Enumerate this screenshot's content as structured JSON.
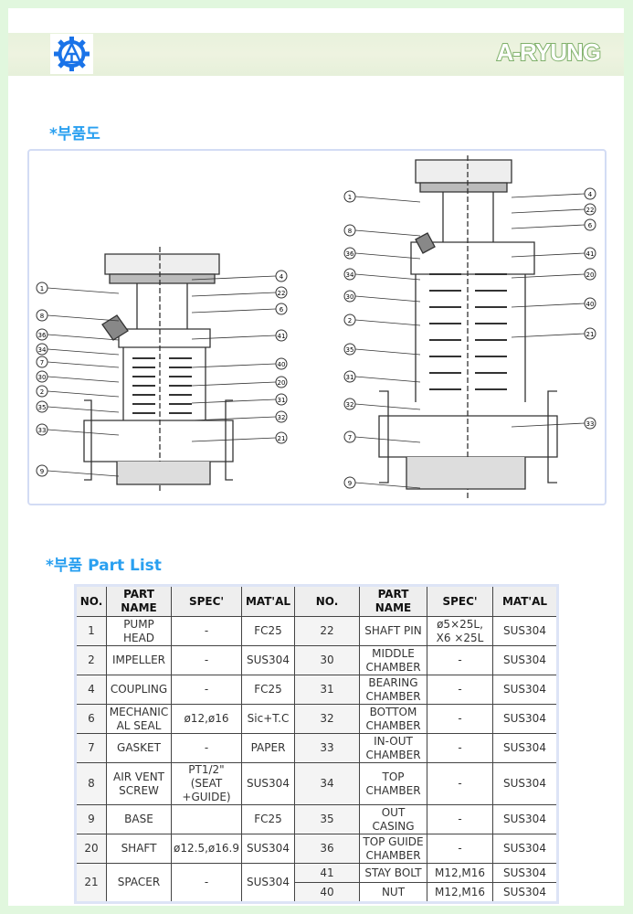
{
  "header": {
    "brand": "A-RYUNG",
    "logo": "gear-triangle-logo"
  },
  "diagram_section": {
    "title": "*부품도"
  },
  "diagram": {
    "left_callouts_left": [
      "1",
      "8",
      "36",
      "34",
      "7",
      "30",
      "2",
      "35",
      "33",
      "9"
    ],
    "left_callouts_right": [
      "4",
      "22",
      "6",
      "41",
      "40",
      "20",
      "31",
      "32",
      "21"
    ],
    "right_callouts_left": [
      "1",
      "8",
      "36",
      "34",
      "30",
      "2",
      "35",
      "31",
      "32",
      "7",
      "9"
    ],
    "right_callouts_right": [
      "4",
      "22",
      "6",
      "41",
      "20",
      "40",
      "21",
      "33"
    ]
  },
  "parts_section": {
    "title": "*부품 Part List"
  },
  "table": {
    "headers": [
      "NO.",
      "PART NAME",
      "SPEC'",
      "MAT'AL",
      "NO.",
      "PART NAME",
      "SPEC'",
      "MAT'AL"
    ],
    "rows": [
      {
        "no1": "1",
        "name1": "PUMP HEAD",
        "spec1": "-",
        "mat1": "FC25",
        "no2": "22",
        "name2": "SHAFT PIN",
        "spec2": "ø5×25L, X6 ×25L",
        "mat2": "SUS304"
      },
      {
        "no1": "2",
        "name1": "IMPELLER",
        "spec1": "-",
        "mat1": "SUS304",
        "no2": "30",
        "name2": "MIDDLE CHAMBER",
        "spec2": "-",
        "mat2": "SUS304"
      },
      {
        "no1": "4",
        "name1": "COUPLING",
        "spec1": "-",
        "mat1": "FC25",
        "no2": "31",
        "name2": "BEARING CHAMBER",
        "spec2": "-",
        "mat2": "SUS304"
      },
      {
        "no1": "6",
        "name1": "MECHANIC AL SEAL",
        "spec1": "ø12,ø16",
        "mat1": "Sic+T.C",
        "no2": "32",
        "name2": "BOTTOM CHAMBER",
        "spec2": "-",
        "mat2": "SUS304"
      },
      {
        "no1": "7",
        "name1": "GASKET",
        "spec1": "-",
        "mat1": "PAPER",
        "no2": "33",
        "name2": "IN-OUT CHAMBER",
        "spec2": "-",
        "mat2": "SUS304"
      },
      {
        "no1": "8",
        "name1": "AIR VENT SCREW",
        "spec1": "PT1/2\"(SEAT +GUIDE)",
        "mat1": "SUS304",
        "no2": "34",
        "name2": "TOP CHAMBER",
        "spec2": "-",
        "mat2": "SUS304"
      },
      {
        "no1": "9",
        "name1": "BASE",
        "spec1": "",
        "mat1": "FC25",
        "no2": "35",
        "name2": "OUT CASING",
        "spec2": "-",
        "mat2": "SUS304"
      },
      {
        "no1": "20",
        "name1": "SHAFT",
        "spec1": "ø12.5,ø16.9",
        "mat1": "SUS304",
        "no2": "36",
        "name2": "TOP GUIDE CHAMBER",
        "spec2": "-",
        "mat2": "SUS304"
      }
    ],
    "last": {
      "no1": "21",
      "name1": "SPACER",
      "spec1": "-",
      "mat1": "SUS304",
      "sub": [
        {
          "no2": "41",
          "name2": "STAY BOLT",
          "spec2": "M12,M16",
          "mat2": "SUS304"
        },
        {
          "no2": "40",
          "name2": "NUT",
          "spec2": "M12,M16",
          "mat2": "SUS304"
        }
      ]
    }
  }
}
